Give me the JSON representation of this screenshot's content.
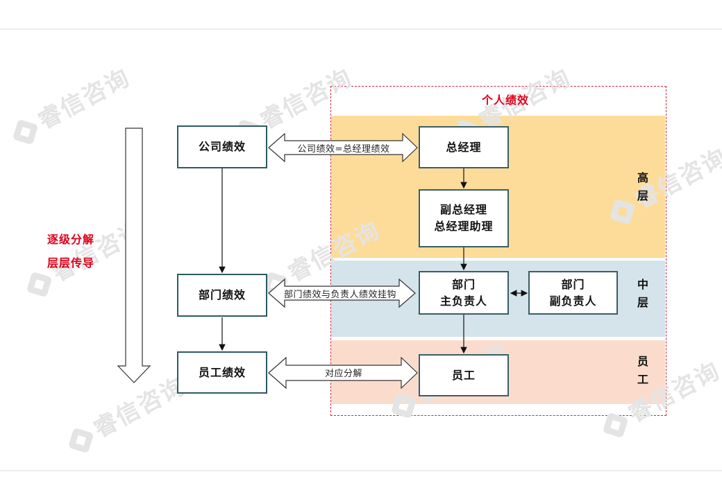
{
  "diagram": {
    "individual_title": "个人绩效",
    "left_label_line1": "逐级分解",
    "left_label_line2": "层层传导",
    "company_box": "公司绩效",
    "dept_box": "部门绩效",
    "staff_box": "员工绩效",
    "arrow_company": "公司绩效=总经理绩效",
    "arrow_dept": "部门绩效与负责人绩效挂钩",
    "arrow_staff": "对应分解",
    "gm_box": "总经理",
    "deputy_line1": "副总经理",
    "deputy_line2": "总经理助理",
    "dept_head_line1": "部门",
    "dept_head_line2": "主负责人",
    "dept_deputy_line1": "部门",
    "dept_deputy_line2": "副负责人",
    "employee_box": "员工",
    "tier_high_1": "高",
    "tier_high_2": "层",
    "tier_mid_1": "中",
    "tier_mid_2": "层",
    "tier_staff_1": "员",
    "tier_staff_2": "工",
    "watermark": "睿信咨询"
  },
  "colors": {
    "high_band": "#fddc99",
    "mid_band": "#d5e3ea",
    "staff_band": "#fbdccc",
    "box_border": "#2a5b60",
    "accent_red": "#e0001a"
  }
}
